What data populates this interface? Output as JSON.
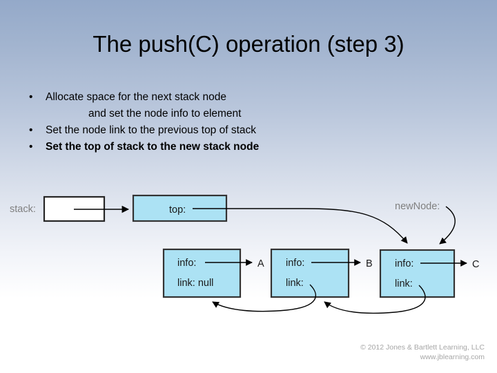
{
  "slide": {
    "title": "The push(C) operation (step 3)",
    "bullets": [
      {
        "text": "Allocate space for the next stack node",
        "bold": false,
        "continuation": "and set the node info to element"
      },
      {
        "text": "Set the node link to the previous top of stack",
        "bold": false,
        "continuation": null
      },
      {
        "text": "Set the top of stack to the new stack node",
        "bold": true,
        "continuation": null
      }
    ],
    "bullet_marker": "•"
  },
  "diagram": {
    "stack_label": "stack:",
    "newnode_label": "newNode:",
    "top_box_label": "top:",
    "nodes": [
      {
        "info_label": "info:",
        "link_label": "link: null",
        "value": "A"
      },
      {
        "info_label": "info:",
        "link_label": "link:",
        "value": "B"
      },
      {
        "info_label": "info:",
        "link_label": "link:",
        "value": "C"
      }
    ],
    "colors": {
      "node_fill": "#ace2f4",
      "node_border": "#333333",
      "stack_box_fill": "#ffffff",
      "label_gray": "#808080",
      "line": "#000000"
    }
  },
  "footer": {
    "copyright": "© 2012 Jones & Bartlett Learning, LLC",
    "website": "www.jblearning.com"
  }
}
